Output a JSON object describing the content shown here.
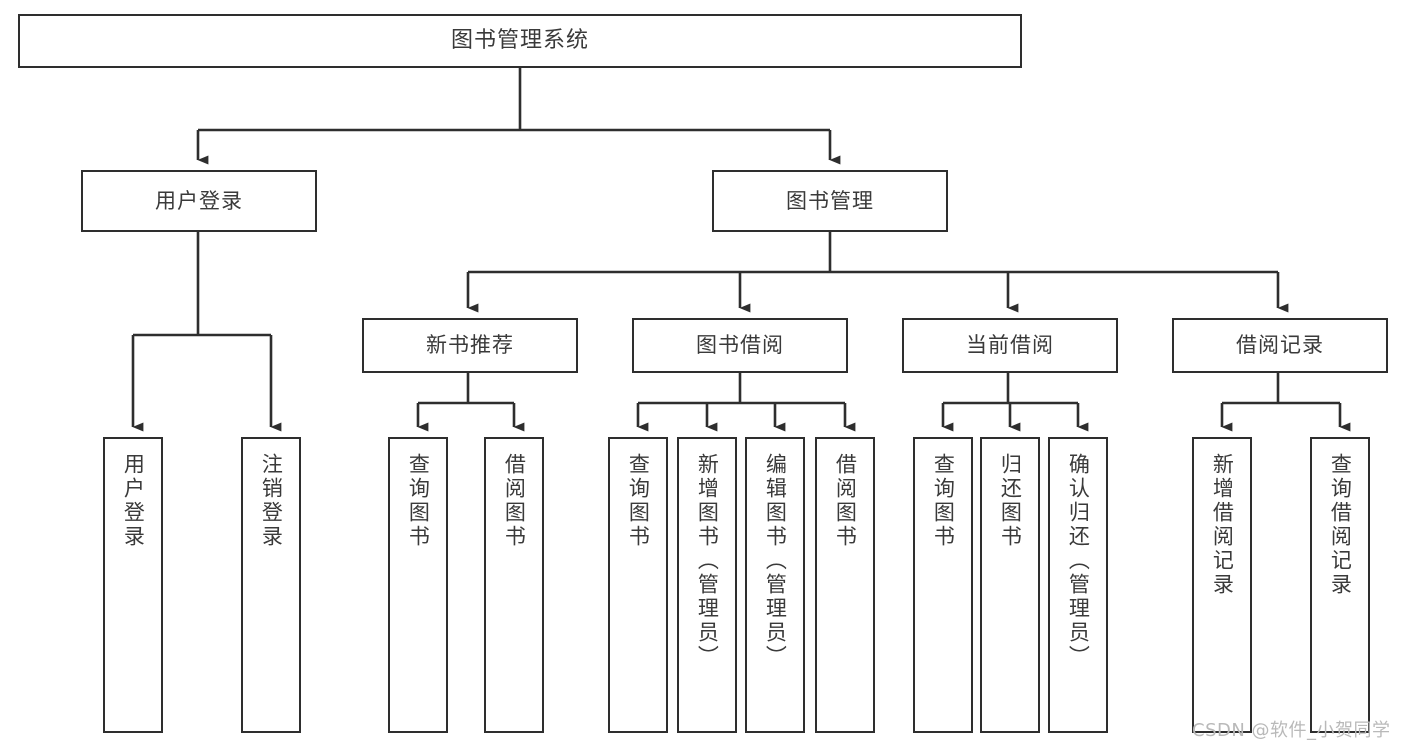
{
  "diagram": {
    "type": "tree-hierarchy-chart",
    "title": "图书管理系统",
    "stroke_color": "#2e2e2e",
    "text_color": "#3a3a3a",
    "background_color": "#ffffff",
    "root": {
      "label": "图书管理系统"
    },
    "level2": [
      {
        "label": "用户登录"
      },
      {
        "label": "图书管理"
      }
    ],
    "level3": [
      {
        "label": "新书推荐"
      },
      {
        "label": "图书借阅"
      },
      {
        "label": "当前借阅"
      },
      {
        "label": "借阅记录"
      }
    ],
    "leaves": {
      "user_login": [
        {
          "label": "用户登录"
        },
        {
          "label": "注销登录"
        }
      ],
      "new_book_recommend": [
        {
          "label": "查询图书"
        },
        {
          "label": "借阅图书"
        }
      ],
      "book_borrow": [
        {
          "label": "查询图书"
        },
        {
          "label": "新增图书（管理员）"
        },
        {
          "label": "编辑图书（管理员）"
        },
        {
          "label": "借阅图书"
        }
      ],
      "current_borrow": [
        {
          "label": "查询图书"
        },
        {
          "label": "归还图书"
        },
        {
          "label": "确认归还（管理员）"
        }
      ],
      "borrow_records": [
        {
          "label": "新增借阅记录"
        },
        {
          "label": "查询借阅记录"
        }
      ]
    }
  },
  "watermark": {
    "text": "CSDN @软件_小贺同学"
  }
}
